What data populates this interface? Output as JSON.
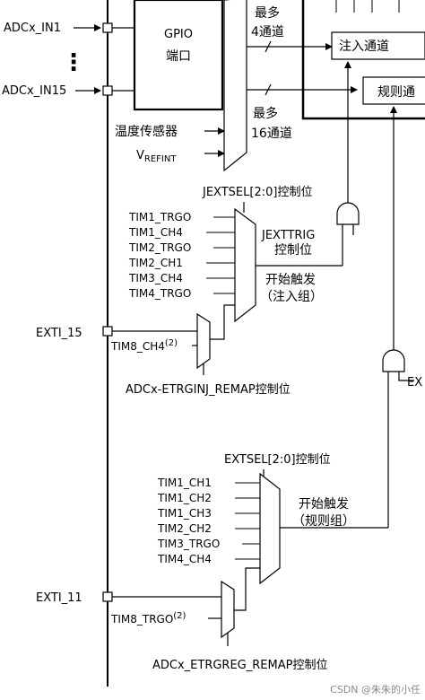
{
  "inputs": {
    "adc_in1": "ADCx_IN1",
    "dots": "⋮",
    "adc_in15": "ADCx_IN15",
    "temp_sensor": "温度传感器",
    "vrefint_main": "V",
    "vrefint_sub": "REFINT"
  },
  "gpio": {
    "line1": "GPIO",
    "line2": "端口"
  },
  "channels": {
    "inj_max_1": "最多",
    "inj_max_2": "4通道",
    "reg_max_1": "最多",
    "reg_max_2": "16通道",
    "inj_box": "注入通道",
    "reg_box": "规则通"
  },
  "injected": {
    "jextsel": "JEXTSEL[2:0]控制位",
    "sources": [
      "TIM1_TRGO",
      "TIM1_CH4",
      "TIM2_TRGO",
      "TIM2_CH1",
      "TIM3_CH4",
      "TIM4_TRGO"
    ],
    "jexttrig_1": "JEXTTRIG",
    "jexttrig_2": "控制位",
    "trigger_1": "开始触发",
    "trigger_2": "（注入组）",
    "exti": "EXTI_15",
    "tim8": "TIM8_CH4",
    "tim8_sup": "(2)",
    "remap": "ADCx-ETRGINJ_REMAP控制位"
  },
  "regular": {
    "ex_label": "EX",
    "extsel": "EXTSEL[2:0]控制位",
    "sources": [
      "TIM1_CH1",
      "TIM1_CH2",
      "TIM1_CH3",
      "TIM2_CH2",
      "TIM3_TRGO",
      "TIM4_CH4"
    ],
    "trigger_1": "开始触发",
    "trigger_2": "（规则组）",
    "exti": "EXTI_11",
    "tim8": "TIM8_TRGO",
    "tim8_sup": "(2)",
    "remap": "ADCx_ETRGREG_REMAP控制位"
  },
  "watermark": "CSDN @朱朱的小任"
}
